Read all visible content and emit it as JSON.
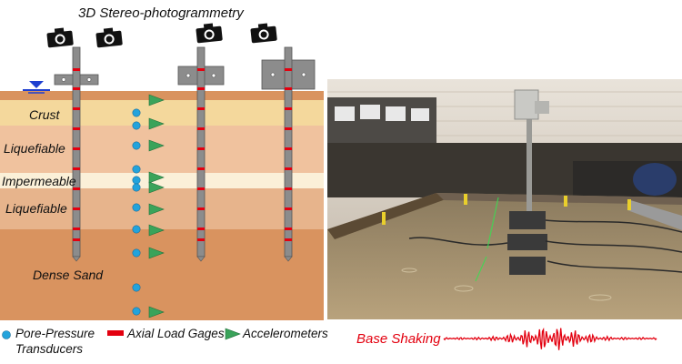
{
  "title": "3D Stereo-photogrammetry",
  "layers": [
    {
      "name": "Crust",
      "color": "#f4d89c"
    },
    {
      "name": "Liquefiable",
      "color": "#f0c29e"
    },
    {
      "name": "Impermeable",
      "color": "#fbf0d8"
    },
    {
      "name": "Liquefiable",
      "color": "#e7b48c"
    },
    {
      "name": "Dense Sand",
      "color": "#d9935f"
    }
  ],
  "legend": {
    "ppt_line1": "Pore-Pressure",
    "ppt_line2": "Transducers",
    "axial": "Axial Load Gages",
    "accel": "Accelerometers"
  },
  "base_shaking": "Base Shaking",
  "colors": {
    "ppt": "#23a3dc",
    "gage": "#e3000f",
    "accel": "#3aa35a",
    "pile": "#8c8c8c",
    "water_table": "#1e3fd0",
    "signal": "#e3000f"
  },
  "icons": [
    "camera-icon",
    "water-table-icon"
  ]
}
